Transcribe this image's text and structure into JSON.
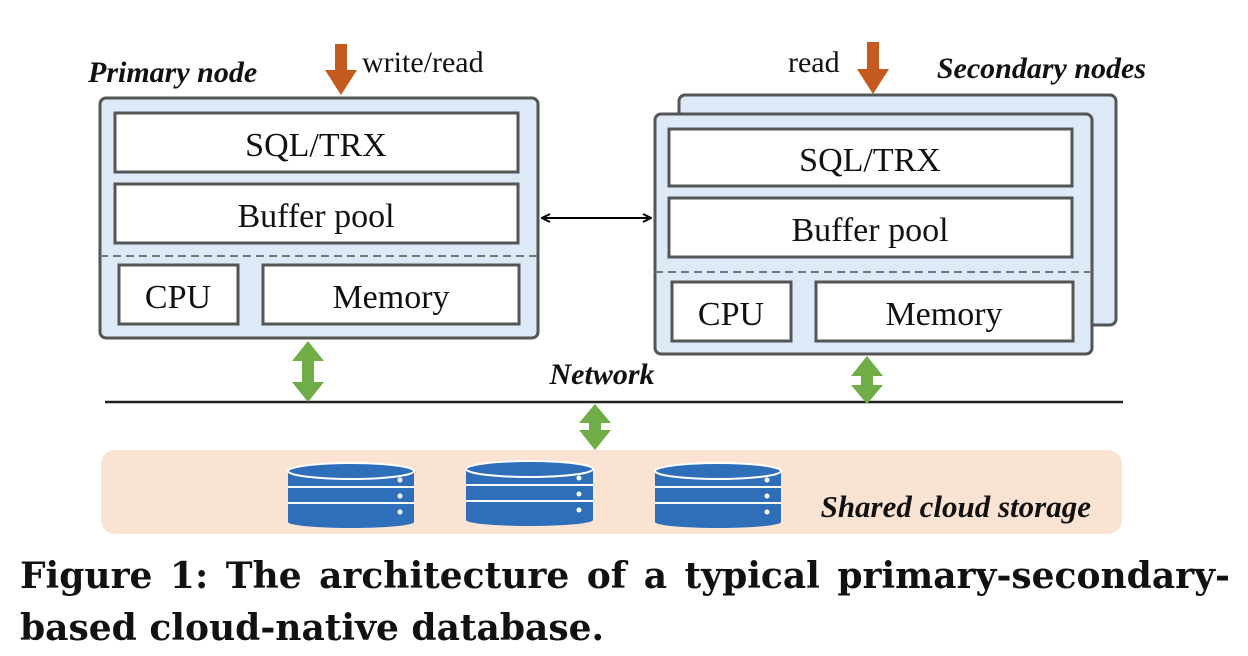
{
  "labels": {
    "primary_node": "Primary node",
    "secondary_nodes": "Secondary nodes",
    "write_read": "write/read",
    "read": "read",
    "network": "Network",
    "shared_storage": "Shared cloud storage"
  },
  "primary": {
    "sql": "SQL/TRX",
    "buffer": "Buffer pool",
    "cpu": "CPU",
    "memory": "Memory"
  },
  "secondary": {
    "sql": "SQL/TRX",
    "buffer": "Buffer pool",
    "cpu": "CPU",
    "memory": "Memory"
  },
  "caption": "Figure 1: The architecture of a typical primary-secondary-based cloud-native database.",
  "colors": {
    "node_fill": "#dde9f6",
    "node_stroke": "#555555",
    "storage_fill": "#fbe3d3",
    "disk_blue": "#2f6fba",
    "request_arrow": "#c55a1e",
    "network_arrow": "#70ad47"
  }
}
